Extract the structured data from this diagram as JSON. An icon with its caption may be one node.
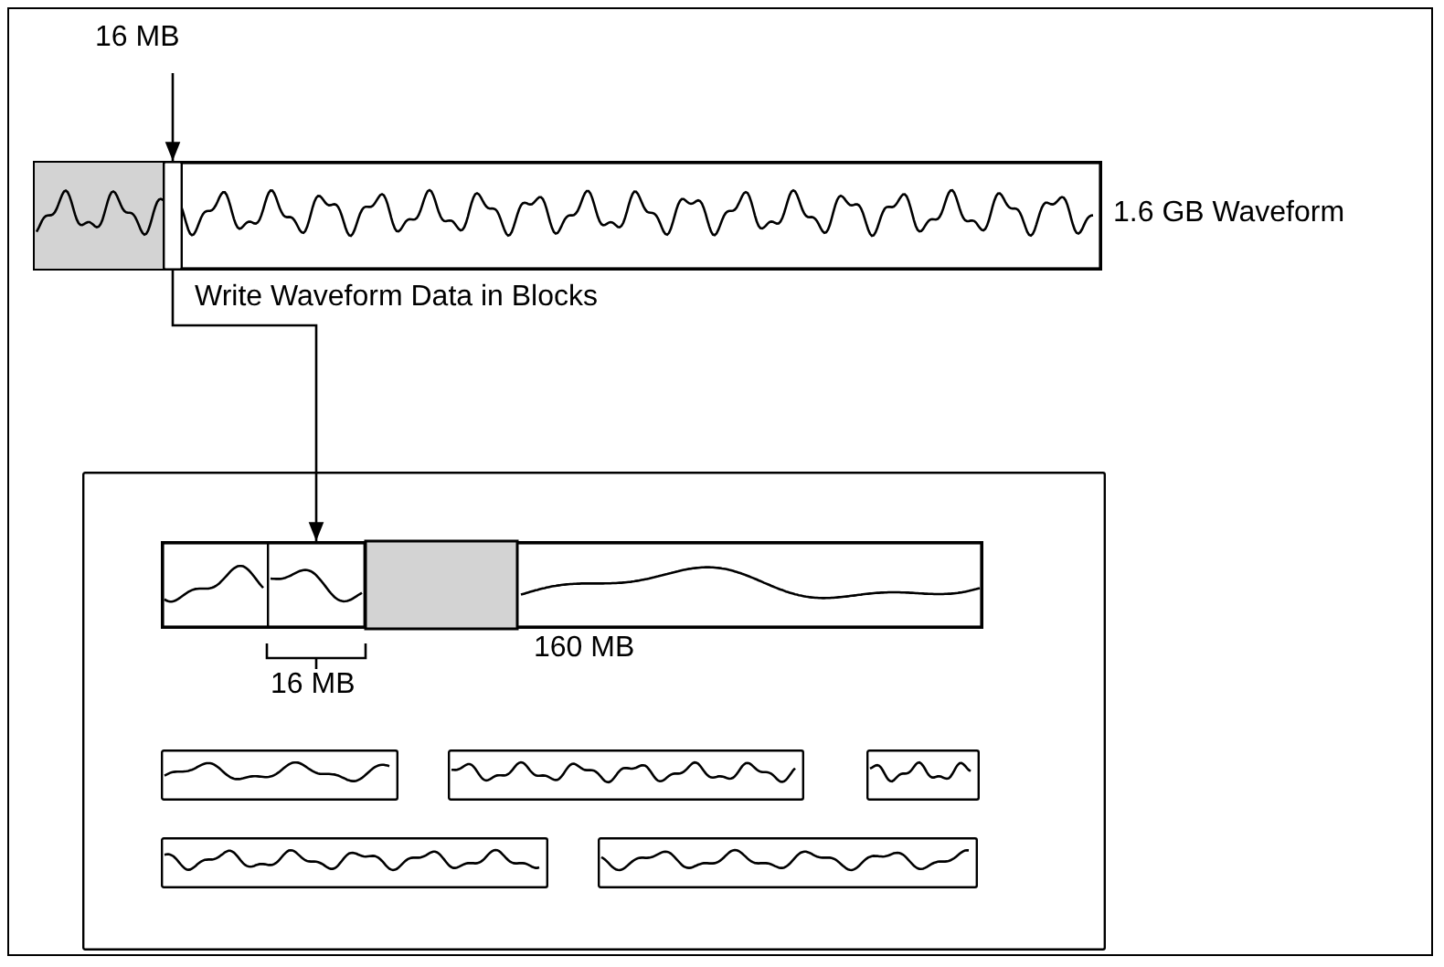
{
  "diagram": {
    "nodes": [
      {
        "text": [
          "16 MB"
        ]
      },
      {
        "text": [],
        "shape": "bar",
        "beside": [
          "1.6 GB Waveform"
        ]
      },
      {
        "text": [],
        "shape": "box",
        "in": 1
      },
      {
        "text": [],
        "shape": "box"
      },
      {
        "text": [],
        "shape": "bar",
        "in": 3
      },
      {
        "text": [],
        "shape": "box",
        "in": 4
      },
      {
        "text": [],
        "shape": "box",
        "in": 3
      },
      {
        "text": [],
        "shape": "box",
        "in": 3
      },
      {
        "text": [],
        "shape": "box",
        "in": 3
      },
      {
        "text": [],
        "shape": "box",
        "in": 3
      },
      {
        "text": [],
        "shape": "box",
        "in": 3
      }
    ],
    "edges": [
      {
        "from": 0,
        "to": 2,
        "arrow": "to"
      },
      {
        "from": 2,
        "to": 5,
        "arrow": "to",
        "label": "Write Waveform Data in Blocks"
      }
    ],
    "labels": [
      "16 MB",
      "160 MB"
    ]
  }
}
